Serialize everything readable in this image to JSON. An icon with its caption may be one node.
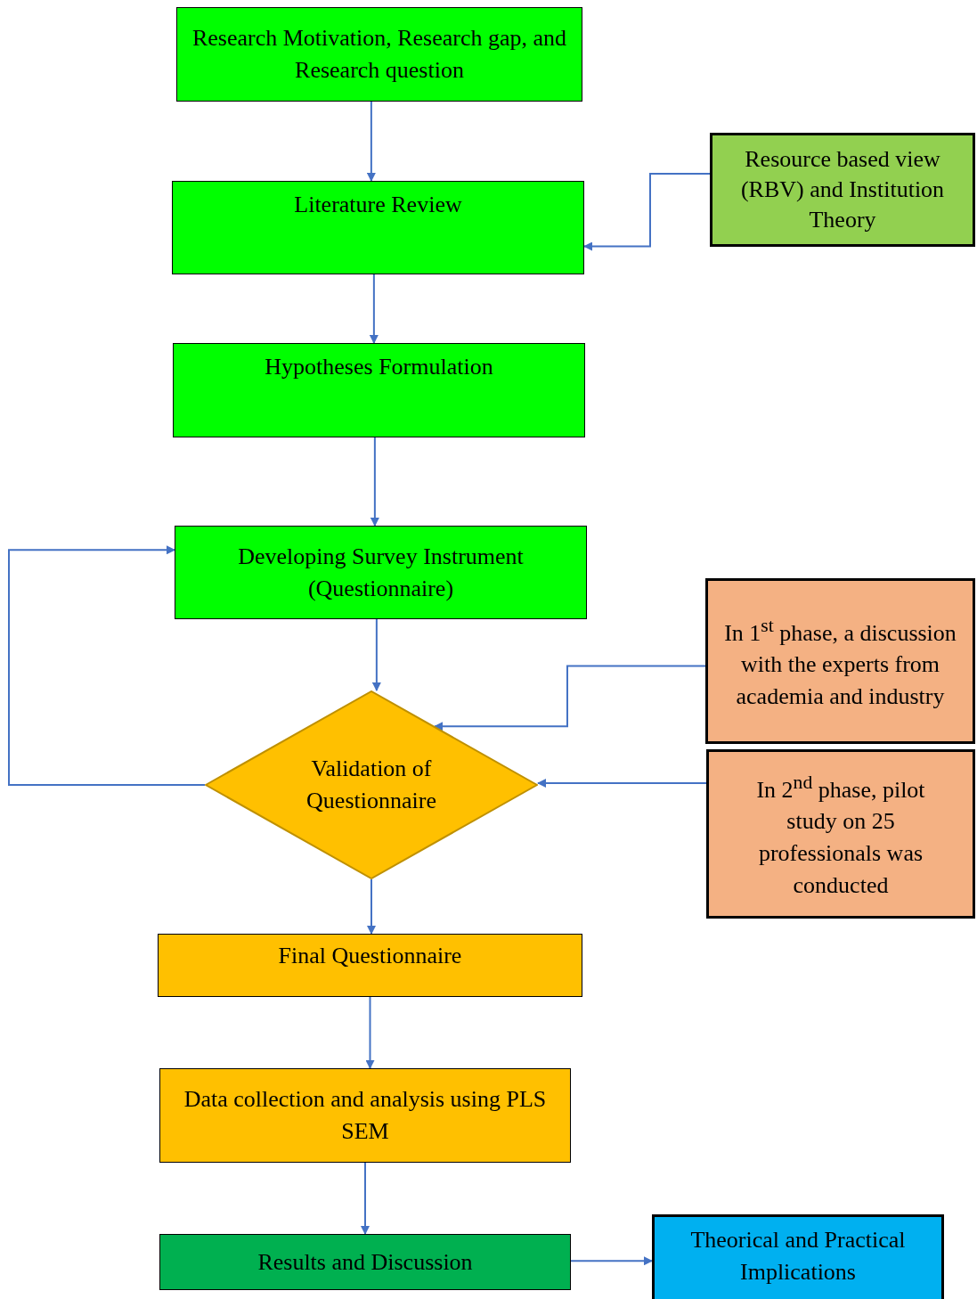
{
  "diagram": {
    "nodes": [
      {
        "text": [
          "Research Motivation, Research gap, and Research question"
        ]
      },
      {
        "text": [
          "Literature Review"
        ]
      },
      {
        "text": [
          "Resource based view (RBV) and Institution Theory"
        ]
      },
      {
        "text": [
          "Hypotheses Formulation"
        ]
      },
      {
        "text": [
          "Developing Survey Instrument (Questionnaire)"
        ]
      },
      {
        "text": [
          "Validation of Questionnaire"
        ]
      },
      {
        "text": [
          "In 1$^{st}$ phase, a discussion with the experts from academia and industry"
        ]
      },
      {
        "text": [
          "In 2$^{nd}$ phase, pilot study on 25 professionals was conducted"
        ]
      },
      {
        "text": [
          "Final Questionnaire"
        ]
      },
      {
        "text": [
          "Data collection and analysis using PLS SEM"
        ]
      },
      {
        "text": [
          "Results and Discussion"
        ]
      },
      {
        "text": [
          "Theorical and Practical Implications"
        ]
      }
    ],
    "edges": [
      {
        "from": 0,
        "to": 1,
        "arrow": "to"
      },
      {
        "from": 2,
        "to": 1,
        "arrow": "to"
      },
      {
        "from": 1,
        "to": 3,
        "arrow": "to"
      },
      {
        "from": 3,
        "to": 4,
        "arrow": "to"
      },
      {
        "from": 4,
        "to": 5,
        "arrow": "to"
      },
      {
        "from": 6,
        "to": 5,
        "arrow": "to"
      },
      {
        "from": 5,
        "to": 4,
        "arrow": "to"
      },
      {
        "from": 7,
        "to": 5,
        "arrow": "to"
      },
      {
        "from": 5,
        "to": 8,
        "arrow": "to"
      },
      {
        "from": 8,
        "to": 9,
        "arrow": "to"
      },
      {
        "from": 9,
        "to": 10,
        "arrow": "to"
      },
      {
        "from": 10,
        "to": 11,
        "arrow": "to"
      }
    ]
  }
}
